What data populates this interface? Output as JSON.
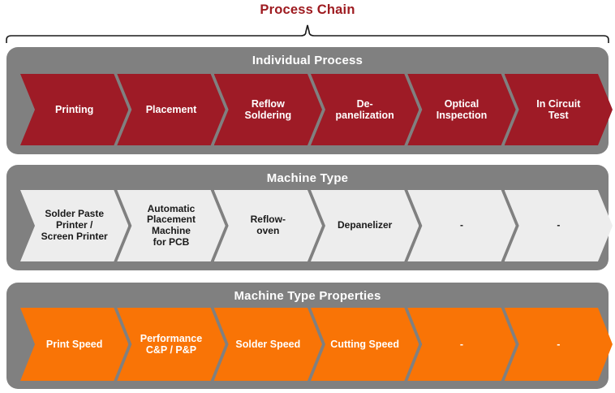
{
  "title": "Process Chain",
  "colors": {
    "title_text": "#9E1B20",
    "row_container": "#808080",
    "process_chevron": "#9E1B26",
    "machine_chevron": "#EDEDED",
    "properties_chevron": "#F97406",
    "page_background": "#FFFFFF",
    "brace_stroke": "#1A1A1A"
  },
  "brace": {
    "icon": "curly-brace-up-icon",
    "span_label": ""
  },
  "rows": [
    {
      "id": "individual-process",
      "header": "Individual Process",
      "style": "red",
      "steps": [
        {
          "label": "Printing"
        },
        {
          "label": "Placement"
        },
        {
          "label": "Reflow\nSoldering",
          "lines": [
            "Reflow",
            "Soldering"
          ]
        },
        {
          "label": "De-\npanelization",
          "lines": [
            "De-",
            "panelization"
          ]
        },
        {
          "label": "Optical\nInspection",
          "lines": [
            "Optical",
            "Inspection"
          ]
        },
        {
          "label": "In Circuit\nTest",
          "lines": [
            "In Circuit",
            "Test"
          ]
        }
      ]
    },
    {
      "id": "machine-type",
      "header": "Machine Type",
      "style": "gray",
      "steps": [
        {
          "label": "Solder Paste\nPrinter /\nScreen Printer",
          "lines": [
            "Solder Paste",
            "Printer /",
            "Screen Printer"
          ]
        },
        {
          "label": "Automatic\nPlacement\nMachine\nfor PCB",
          "lines": [
            "Automatic",
            "Placement",
            "Machine",
            "for PCB"
          ]
        },
        {
          "label": "Reflow-\noven",
          "lines": [
            "Reflow-",
            "oven"
          ]
        },
        {
          "label": "Depanelizer",
          "lines": [
            "Depanelizer"
          ]
        },
        {
          "label": "-",
          "lines": [
            "-"
          ]
        },
        {
          "label": "-",
          "lines": [
            "-"
          ]
        }
      ]
    },
    {
      "id": "machine-type-properties",
      "header": "Machine Type Properties",
      "style": "orange",
      "steps": [
        {
          "label": "Print Speed",
          "lines": [
            "Print Speed"
          ]
        },
        {
          "label": "Performance\nC&P / P&P",
          "lines": [
            "Performance",
            "C&P / P&P"
          ]
        },
        {
          "label": "Solder Speed",
          "lines": [
            "Solder Speed"
          ]
        },
        {
          "label": "Cutting Speed",
          "lines": [
            "Cutting Speed"
          ]
        },
        {
          "label": "-",
          "lines": [
            "-"
          ]
        },
        {
          "label": "-",
          "lines": [
            "-"
          ]
        }
      ]
    }
  ]
}
